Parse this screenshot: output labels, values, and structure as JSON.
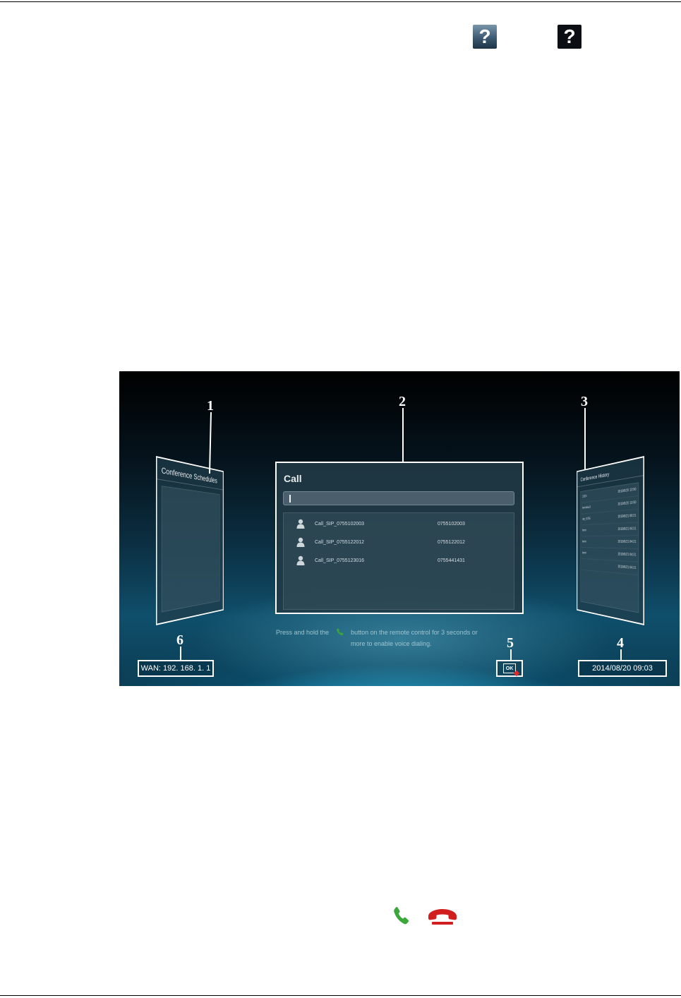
{
  "header": {
    "icons": [
      "help-icon",
      "help-icon"
    ]
  },
  "figure": {
    "callouts": [
      "1",
      "2",
      "3",
      "4",
      "5",
      "6"
    ],
    "left_panel": {
      "title": "Conference Schedules"
    },
    "call_panel": {
      "title": "Call",
      "input_value": "",
      "contacts": [
        {
          "name": "Call_SIP_0755102003",
          "number": "0755102003"
        },
        {
          "name": "Call_SIP_0755122012",
          "number": "0755122012"
        },
        {
          "name": "Call_SIP_0755123016",
          "number": "0755441431"
        }
      ]
    },
    "right_panel": {
      "title": "Conference History",
      "rows": [
        {
          "name": "2024",
          "time": "2013/8/20 10:50"
        },
        {
          "name": "terminal3",
          "time": "2013/8/20 10:50"
        },
        {
          "name": "sip_0755",
          "time": "2013/8/21 08:31"
        },
        {
          "name": "term",
          "time": "2013/8/21 04:31"
        },
        {
          "name": "term",
          "time": "2013/8/21 04:31"
        },
        {
          "name": "term",
          "time": "2013/8/21 04:31"
        },
        {
          "name": "",
          "time": "2013/8/21 04:31"
        }
      ]
    },
    "hint": {
      "before_icon": "Press and hold the",
      "after_icon": "button on the remote control for 3 seconds or",
      "line2": "more to enable voice dialing."
    },
    "wan": "WAN: 192. 168. 1. 1",
    "ok_label": "OK",
    "datetime": "2014/08/20 09:03"
  },
  "colors": {
    "call_green": "#3aa73a",
    "hangup_red": "#d11f1f"
  }
}
